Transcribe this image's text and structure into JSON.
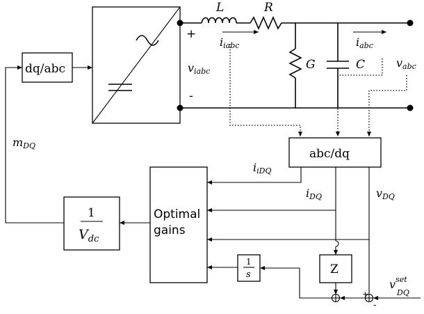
{
  "blocks": {
    "dq_abc": "dq/abc",
    "abc_dq": "abc/dq",
    "optimal_gains_line1": "Optimal",
    "optimal_gains_line2": "gains",
    "inv_vdc_num": "1",
    "inv_vdc_den_main": "V",
    "inv_vdc_den_sub": "dc",
    "integrator_num": "1",
    "integrator_den": "s",
    "z_block": "Z"
  },
  "components": {
    "inductor": "L",
    "resistor": "R",
    "conductance": "G",
    "capacitor": "C"
  },
  "signals": {
    "i_iabc_main": "i",
    "i_iabc_sub": "iabc",
    "v_iabc_main": "v",
    "v_iabc_sub": "iabc",
    "i_abc_main": "i",
    "i_abc_sub": "abc",
    "v_abc_main": "v",
    "v_abc_sub": "abc",
    "m_dq_main": "m",
    "m_dq_sub": "DQ",
    "i_idq_main": "i",
    "i_idq_sub": "iDQ",
    "i_dq_main": "i",
    "i_dq_sub": "DQ",
    "v_dq_main": "v",
    "v_dq_sub": "DQ",
    "v_dq_set_main": "v",
    "v_dq_set_sup": "set",
    "v_dq_set_sub": "DQ"
  },
  "polarity": {
    "plus_left": "+",
    "minus_left": "-",
    "minus_sum": "-",
    "plus_sum": "+"
  }
}
